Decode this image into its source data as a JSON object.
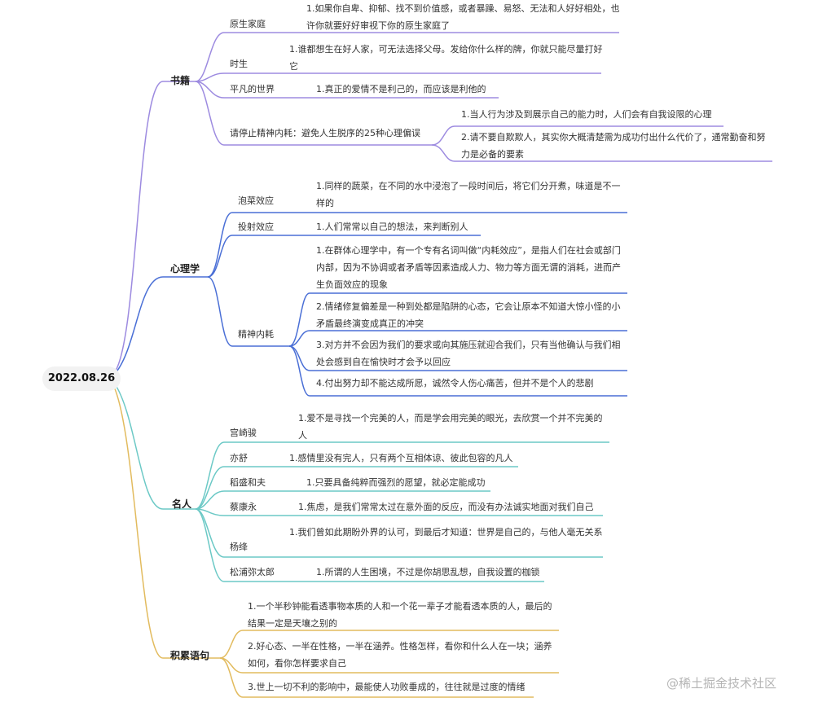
{
  "root": "2022.08.26",
  "watermark": "@稀土掘金技术社区",
  "colors": {
    "books": "#9d8be0",
    "psych": "#4a6fd6",
    "people": "#6cc9c6",
    "quotes": "#e2bb5e"
  },
  "books": {
    "label": "书籍",
    "items": [
      {
        "title": "原生家庭",
        "notes": [
          "1.如果你自卑、抑郁、找不到价值感，或者暴躁、易怒、无法和人好好相处，也许你就要好好审视下你的原生家庭了"
        ]
      },
      {
        "title": "时生",
        "notes": [
          "1.谁都想生在好人家，可无法选择父母。发给你什么样的牌，你就只能尽量打好它"
        ]
      },
      {
        "title": "平凡的世界",
        "notes": [
          "1.真正的爱情不是利己的，而应该是利他的"
        ]
      },
      {
        "title": "请停止精神内耗：避免人生脱序的25种心理偏误",
        "notes": [
          "1.当人行为涉及到展示自己的能力时，人们会有自我设限的心理",
          "2.请不要自欺欺人，其实你大概清楚需为成功付出什么代价了，通常勤奋和努力是必备的要素"
        ]
      }
    ]
  },
  "psych": {
    "label": "心理学",
    "items": [
      {
        "title": "泡菜效应",
        "notes": [
          "1.同样的蔬菜，在不同的水中浸泡了一段时间后，将它们分开煮，味道是不一样的"
        ]
      },
      {
        "title": "投射效应",
        "notes": [
          "1.人们常常以自己的想法，来判断别人"
        ]
      },
      {
        "title": "精神内耗",
        "notes": [
          "1.在群体心理学中，有一个专有名词叫做“内耗效应”，是指人们在社会或部门内部，因为不协调或者矛盾等因素造成人力、物力等方面无谓的消耗，进而产生负面效应的现象",
          "2.情绪修复偏差是一种到处都是陷阱的心态，它会让原本不知道大惊小怪的小矛盾最终演变成真正的冲突",
          "3.对方并不会因为我们的要求或向其施压就迎合我们，只有当他确认与我们相处会感到自在愉快时才会予以回应",
          "4.付出努力却不能达成所愿，诚然令人伤心痛苦，但并不是个人的悲剧"
        ]
      }
    ]
  },
  "people": {
    "label": "名人",
    "items": [
      {
        "title": "宫崎骏",
        "notes": [
          "1.爱不是寻找一个完美的人，而是学会用完美的眼光，去欣赏一个并不完美的人"
        ]
      },
      {
        "title": "亦舒",
        "notes": [
          "1.感情里没有完人，只有两个互相体谅、彼此包容的凡人"
        ]
      },
      {
        "title": "稻盛和夫",
        "notes": [
          "1.只要具备纯粹而强烈的愿望，就必定能成功"
        ]
      },
      {
        "title": "蔡康永",
        "notes": [
          "1.焦虑，是我们常常太过在意外面的反应，而没有办法诚实地面对我们自己"
        ]
      },
      {
        "title": "杨绛",
        "notes": [
          "1.我们曾如此期盼外界的认可，到最后才知道：世界是自己的，与他人毫无关系"
        ]
      },
      {
        "title": "松浦弥太郎",
        "notes": [
          "1.所谓的人生困境，不过是你胡思乱想，自我设置的枷锁"
        ]
      }
    ]
  },
  "quotes": {
    "label": "积累语句",
    "notes": [
      "1.一个半秒钟能看透事物本质的人和一个花一辈子才能看透本质的人，最后的结果一定是天壤之别的",
      "2.好心态、一半在性格，一半在涵养。性格怎样，看你和什么人在一块；涵养如何，看你怎样要求自己",
      "3.世上一切不利的影响中，最能使人功败垂成的，往往就是过度的情绪"
    ]
  }
}
